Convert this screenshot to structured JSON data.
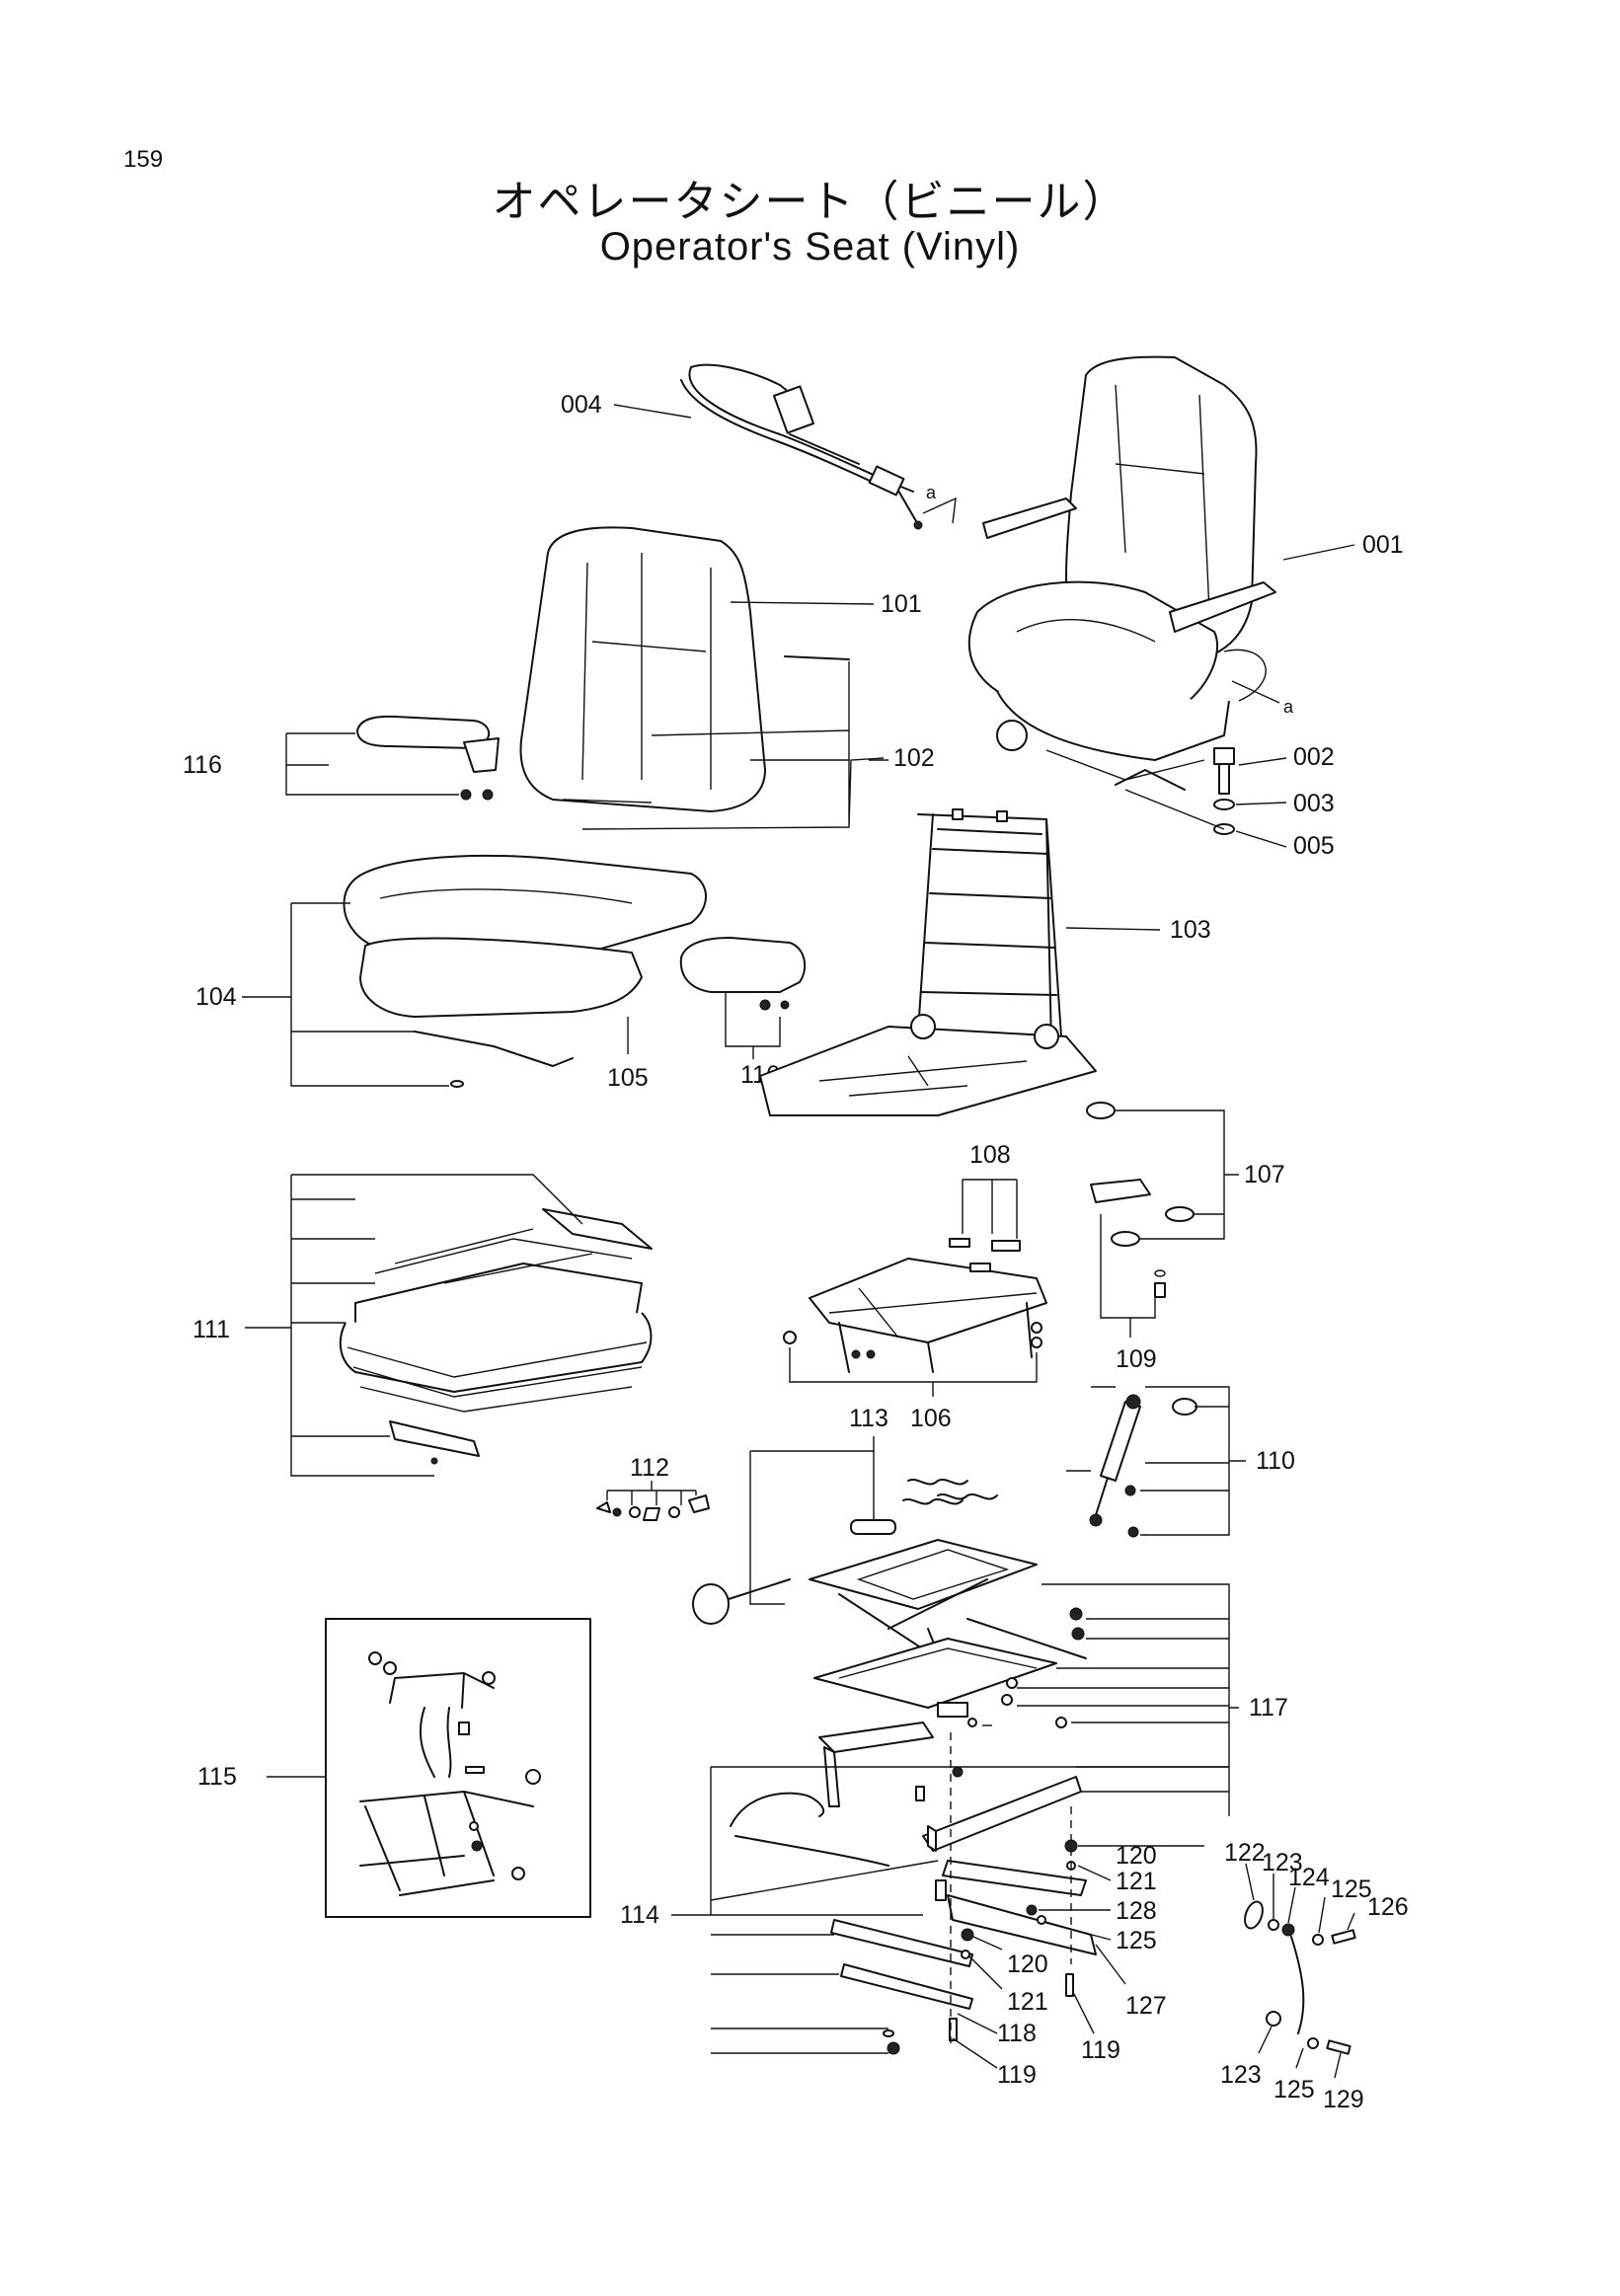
{
  "page": {
    "number": "159",
    "title_jp": "オペレータシート（ビニール）",
    "title_en": "Operator's Seat (Vinyl)"
  },
  "diagram": {
    "callouts": [
      {
        "id": "c001",
        "text": "001"
      },
      {
        "id": "c002",
        "text": "002"
      },
      {
        "id": "c003",
        "text": "003"
      },
      {
        "id": "c004",
        "text": "004"
      },
      {
        "id": "c005",
        "text": "005"
      },
      {
        "id": "c101",
        "text": "101"
      },
      {
        "id": "c102",
        "text": "102"
      },
      {
        "id": "c103",
        "text": "103"
      },
      {
        "id": "c104",
        "text": "104"
      },
      {
        "id": "c105",
        "text": "105"
      },
      {
        "id": "c106",
        "text": "106"
      },
      {
        "id": "c107",
        "text": "107"
      },
      {
        "id": "c108",
        "text": "108"
      },
      {
        "id": "c109",
        "text": "109"
      },
      {
        "id": "c110",
        "text": "110"
      },
      {
        "id": "c111",
        "text": "111"
      },
      {
        "id": "c112",
        "text": "112"
      },
      {
        "id": "c113",
        "text": "113"
      },
      {
        "id": "c114",
        "text": "114"
      },
      {
        "id": "c115",
        "text": "115"
      },
      {
        "id": "c116a",
        "text": "116"
      },
      {
        "id": "c116b",
        "text": "116"
      },
      {
        "id": "c117",
        "text": "117"
      },
      {
        "id": "c118",
        "text": "118"
      },
      {
        "id": "c119a",
        "text": "119"
      },
      {
        "id": "c119b",
        "text": "119"
      },
      {
        "id": "c120a",
        "text": "120"
      },
      {
        "id": "c120b",
        "text": "120"
      },
      {
        "id": "c121a",
        "text": "121"
      },
      {
        "id": "c121b",
        "text": "121"
      },
      {
        "id": "c122",
        "text": "122"
      },
      {
        "id": "c123a",
        "text": "123"
      },
      {
        "id": "c123b",
        "text": "123"
      },
      {
        "id": "c124",
        "text": "124"
      },
      {
        "id": "c125a",
        "text": "125"
      },
      {
        "id": "c125b",
        "text": "125"
      },
      {
        "id": "c125c",
        "text": "125"
      },
      {
        "id": "c126",
        "text": "126"
      },
      {
        "id": "c127",
        "text": "127"
      },
      {
        "id": "c128",
        "text": "128"
      },
      {
        "id": "c129",
        "text": "129"
      }
    ],
    "reference_marks": [
      {
        "id": "ref-a-belt",
        "text": "a"
      },
      {
        "id": "ref-a-seat",
        "text": "a"
      }
    ]
  }
}
